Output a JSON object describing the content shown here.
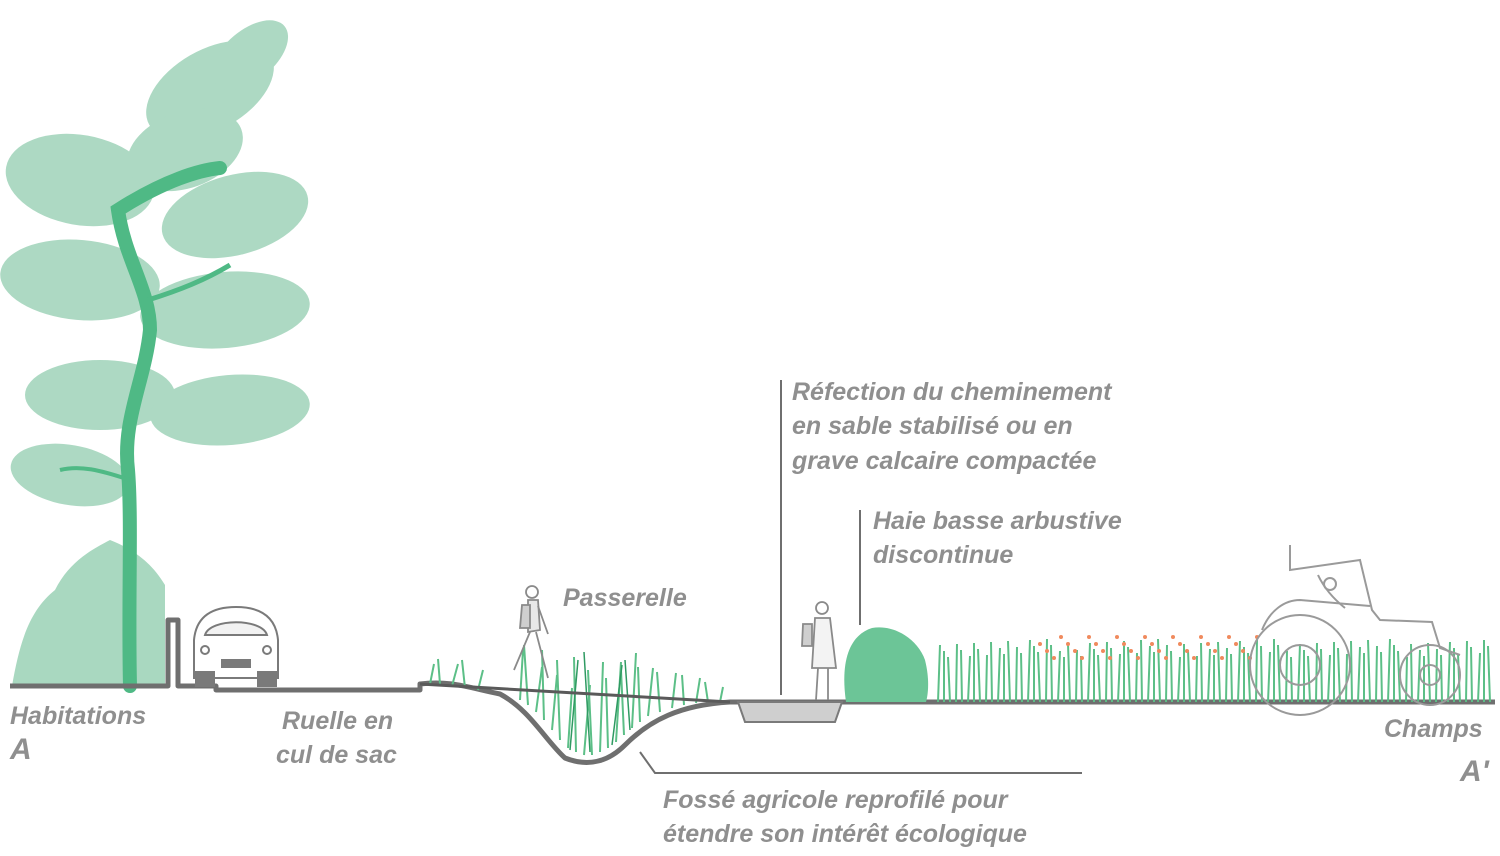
{
  "labels": {
    "habitations": "Habitations",
    "point_a": "A",
    "ruelle_line1": "Ruelle en",
    "ruelle_line2": "cul de sac",
    "passerelle": "Passerelle",
    "refection_line1": "Réfection du cheminement",
    "refection_line2": "en sable stabilisé ou en",
    "refection_line3": "grave calcaire compactée",
    "haie_line1": "Haie basse arbustive",
    "haie_line2": "discontinue",
    "champs": "Champs",
    "point_a_prime": "A'",
    "fosse_line1": "Fossé agricole reprofilé pour",
    "fosse_line2": "étendre son intérêt écologique"
  },
  "colors": {
    "ground": "#6f6f6f",
    "foliage_light": "#a9d8c0",
    "foliage_mid": "#6cc597",
    "trunk": "#4fb985",
    "grass": "#5cbf87",
    "flowers": "#f08a5d",
    "text": "#8f8f8f",
    "sketch": "#9a9a9a"
  },
  "icons": [
    "tree-icon",
    "car-icon",
    "walking-person-icon",
    "standing-person-icon",
    "tractor-icon",
    "hedge-icon"
  ]
}
